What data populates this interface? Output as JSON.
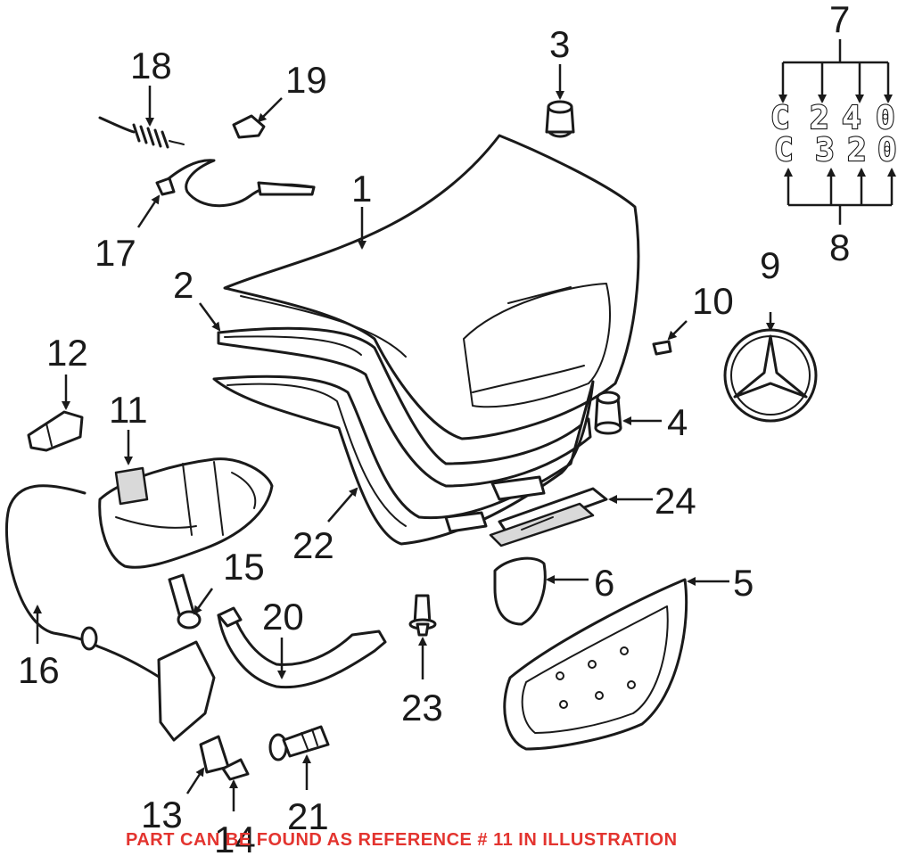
{
  "callouts": {
    "n1": "1",
    "n2": "2",
    "n3": "3",
    "n4": "4",
    "n5": "5",
    "n6": "6",
    "n7": "7",
    "n8": "8",
    "n9": "9",
    "n10": "10",
    "n11": "11",
    "n12": "12",
    "n13": "13",
    "n14": "14",
    "n15": "15",
    "n16": "16",
    "n17": "17",
    "n18": "18",
    "n19": "19",
    "n20": "20",
    "n21": "21",
    "n22": "22",
    "n23": "23",
    "n24": "24"
  },
  "badges": {
    "row1": [
      "C",
      "2",
      "4",
      "0"
    ],
    "row2": [
      "C",
      "3",
      "2",
      "0"
    ]
  },
  "caption": "PART CAN BE FOUND AS REFERENCE # 11 IN ILLUSTRATION",
  "colors": {
    "caption": "#e3342f",
    "line": "#1a1a1a"
  }
}
